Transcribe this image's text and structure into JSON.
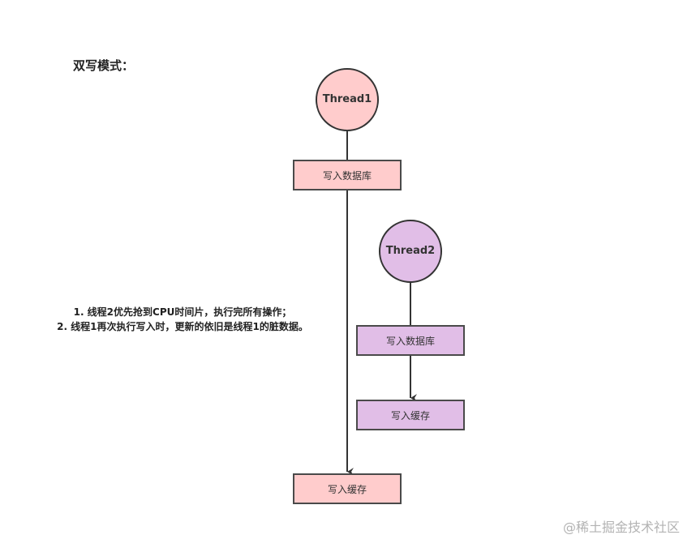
{
  "title": "双写模式：",
  "thread1": {
    "label": "Thread1",
    "fill": "#ffcccc",
    "steps": [
      "写入数据库",
      "写入缓存"
    ]
  },
  "thread2": {
    "label": "Thread2",
    "fill": "#e1bee7",
    "steps": [
      "写入数据库",
      "写入缓存"
    ]
  },
  "notes": [
    "1. 线程2优先抢到CPU时间片，执行完所有操作；",
    "2. 线程1再次执行写入时，更新的依旧是线程1的脏数据。"
  ],
  "watermark": "@稀土掘金技术社区",
  "colors": {
    "stroke": "#333333",
    "pink": "#ffcccc",
    "purple": "#e1bee7",
    "watermark": "#b3b3b3"
  }
}
